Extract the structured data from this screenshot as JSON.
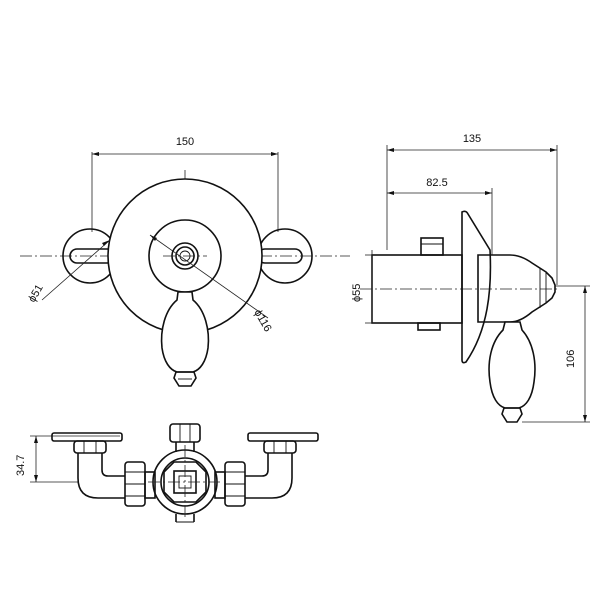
{
  "dimensions": {
    "front_width": "150",
    "side_depth": "135",
    "side_offset": "82.5",
    "dia_small": "ϕ51",
    "dia_large": "ϕ116",
    "side_dia": "ϕ55",
    "side_height": "106",
    "bottom_height": "34.7"
  }
}
